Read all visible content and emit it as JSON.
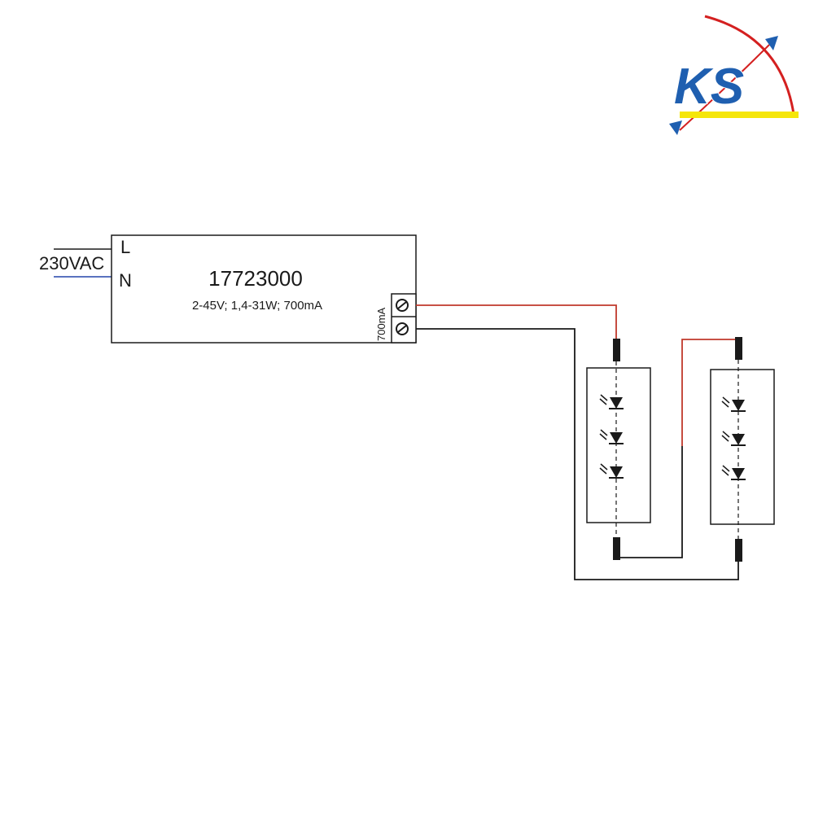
{
  "logo": {
    "text": "KS",
    "colors": {
      "blue": "#1f5fb0",
      "red": "#d42020",
      "yellow": "#f5e60a"
    }
  },
  "input": {
    "voltage_label": "230VAC",
    "line_label": "L",
    "neutral_label": "N"
  },
  "driver": {
    "model": "17723000",
    "spec": "2-45V; 1,4-31W; 700mA",
    "output_label": "700mA"
  },
  "wire_colors": {
    "positive": "#c0392b",
    "negative": "#1a1a1a",
    "neutral": "#2244aa"
  },
  "modules": [
    {
      "leds": 3
    },
    {
      "leds": 3
    }
  ]
}
